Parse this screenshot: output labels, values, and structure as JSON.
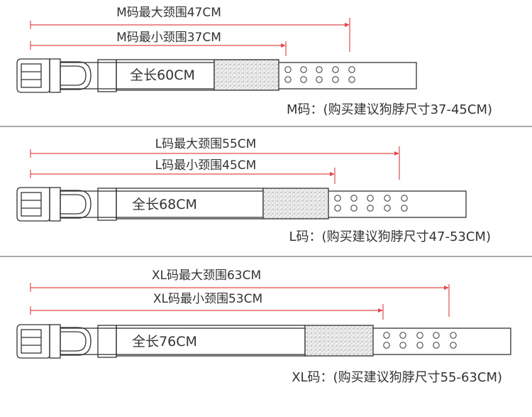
{
  "colors": {
    "arrow": "#e24b4b",
    "outline": "#333333",
    "texture": "#bbbbbb",
    "divider": "#555555"
  },
  "sections": [
    {
      "max_label": "M码最大颈围47CM",
      "min_label": "M码最小颈围37CM",
      "length_label": "全长60CM",
      "size_label": "M码：(购买建议狗脖尺寸37-45CM)",
      "hole_columns": 5,
      "hole_rows": 2
    },
    {
      "max_label": "L码最大颈围55CM",
      "min_label": "L码最小颈围45CM",
      "length_label": "全长68CM",
      "size_label": "L码：(购买建议狗脖尺寸47-53CM)",
      "hole_columns": 5,
      "hole_rows": 2
    },
    {
      "max_label": "XL码最大颈围63CM",
      "min_label": "XL码最小颈围53CM",
      "length_label": "全长76CM",
      "size_label": "XL码：(购买建议狗脖尺寸55-63CM)",
      "hole_columns": 5,
      "hole_rows": 2
    }
  ]
}
